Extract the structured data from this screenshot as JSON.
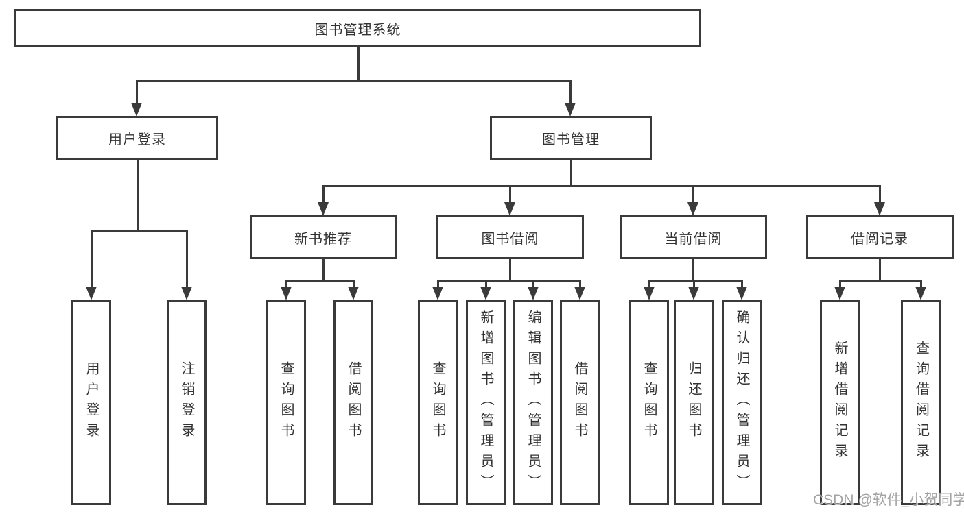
{
  "diagram": {
    "type": "tree",
    "root": {
      "label": "图书管理系统"
    },
    "level1": [
      {
        "label": "用户登录"
      },
      {
        "label": "图书管理"
      }
    ],
    "level2": [
      {
        "label": "新书推荐",
        "parent": "图书管理"
      },
      {
        "label": "图书借阅",
        "parent": "图书管理"
      },
      {
        "label": "当前借阅",
        "parent": "图书管理"
      },
      {
        "label": "借阅记录",
        "parent": "图书管理"
      }
    ],
    "leaves": [
      {
        "label": "用户登录",
        "parent": "用户登录"
      },
      {
        "label": "注销登录",
        "parent": "用户登录"
      },
      {
        "label": "查询图书",
        "parent": "新书推荐"
      },
      {
        "label": "借阅图书",
        "parent": "新书推荐"
      },
      {
        "label": "查询图书",
        "parent": "图书借阅"
      },
      {
        "label": "新增图书（管理员）",
        "parent": "图书借阅"
      },
      {
        "label": "编辑图书（管理员）",
        "parent": "图书借阅"
      },
      {
        "label": "借阅图书",
        "parent": "图书借阅"
      },
      {
        "label": "查询图书",
        "parent": "当前借阅"
      },
      {
        "label": "归还图书",
        "parent": "当前借阅"
      },
      {
        "label": "确认归还（管理员）",
        "parent": "当前借阅"
      },
      {
        "label": "新增借阅记录",
        "parent": "借阅记录"
      },
      {
        "label": "查询借阅记录",
        "parent": "借阅记录"
      }
    ],
    "watermark": "CSDN @软件_小贺同学",
    "colors": {
      "line": "#3a3a3a",
      "text": "#333333",
      "background": "#ffffff",
      "watermark": "#a3a3a3"
    }
  }
}
